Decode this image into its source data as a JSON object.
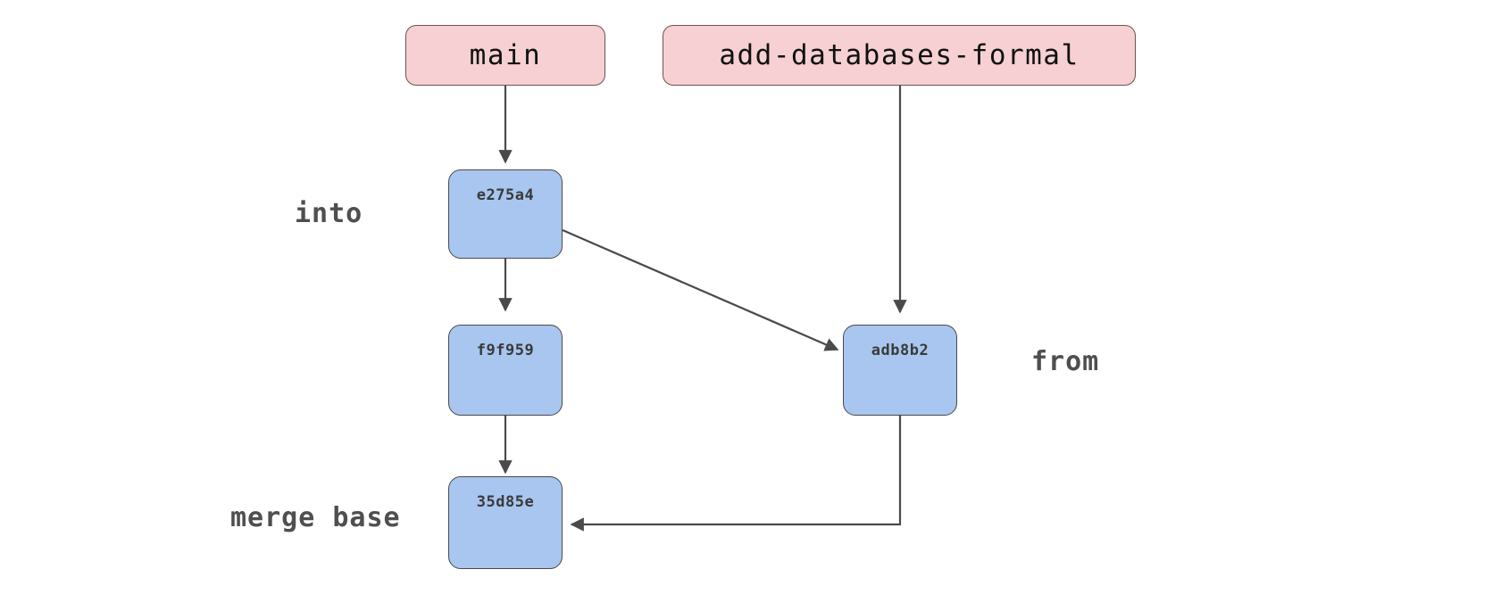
{
  "diagram": {
    "type": "git-merge-graph",
    "background_color": "#ffffff",
    "branch_fill": "#f6d0d2",
    "branch_stroke": "#6b5355",
    "commit_fill": "#a8c6ef",
    "commit_stroke": "#4a4a4a",
    "edge_color": "#4a4a4a",
    "label_color": "#4f4f4f"
  },
  "branches": [
    {
      "id": "main",
      "label": "main"
    },
    {
      "id": "feature",
      "label": "add-databases-formal"
    }
  ],
  "commits": [
    {
      "id": "e275a4",
      "label": "e275a4"
    },
    {
      "id": "f9f959",
      "label": "f9f959"
    },
    {
      "id": "35d85e",
      "label": "35d85e"
    },
    {
      "id": "adb8b2",
      "label": "adb8b2"
    }
  ],
  "annotations": [
    {
      "id": "into",
      "label": "into"
    },
    {
      "id": "from",
      "label": "from"
    },
    {
      "id": "merge_base",
      "label": "merge base"
    }
  ],
  "edges": [
    {
      "from": "main",
      "to": "e275a4"
    },
    {
      "from": "feature",
      "to": "adb8b2"
    },
    {
      "from": "e275a4",
      "to": "f9f959"
    },
    {
      "from": "e275a4",
      "to": "adb8b2"
    },
    {
      "from": "f9f959",
      "to": "35d85e"
    },
    {
      "from": "adb8b2",
      "to": "35d85e"
    }
  ]
}
